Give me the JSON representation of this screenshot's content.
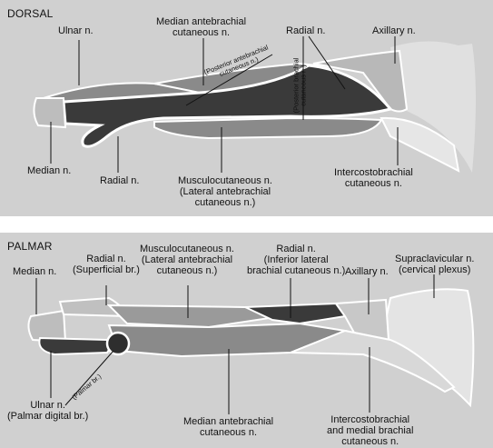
{
  "dorsal": {
    "title": "DORSAL",
    "labels": {
      "ulnar": "Ulnar n.",
      "median_ante_1": "Median antebrachial",
      "median_ante_2": "cutaneous n.",
      "radial_top": "Radial n.",
      "axillary": "Axillary n.",
      "post_ante_1": "(Posterior antebrachial",
      "post_ante_2": "cutaneous n.)",
      "post_brach_1": "(Posterior brachial",
      "post_brach_2": "cutaneous n.)",
      "median": "Median n.",
      "radial_bottom": "Radial n.",
      "musculo_1": "Musculocutaneous n.",
      "musculo_2": "(Lateral antebrachial",
      "musculo_3": "cutaneous n.)",
      "intercosto_1": "Intercostobrachial",
      "intercosto_2": "cutaneous n."
    }
  },
  "palmar": {
    "title": "PALMAR",
    "labels": {
      "median": "Median n.",
      "radial_sup_1": "Radial n.",
      "radial_sup_2": "(Superficial br.)",
      "musculo_1": "Musculocutaneous n.",
      "musculo_2": "(Lateral antebrachial",
      "musculo_3": "cutaneous n.)",
      "radial_inf_1": "Radial n.",
      "radial_inf_2": "(Inferior lateral",
      "radial_inf_3": "brachial cutaneous n.)",
      "axillary": "Axillary n.",
      "supraclav_1": "Supraclavicular n.",
      "supraclav_2": "(cervical plexus)",
      "palmar_br": "(Palmar br.)",
      "ulnar_1": "Ulnar n.",
      "ulnar_2": "(Palmar digital br.)",
      "median_ante_1": "Median antebrachial",
      "median_ante_2": "cutaneous n.",
      "intercosto_1": "Intercostobrachial",
      "intercosto_2": "and medial brachial",
      "intercosto_3": "cutaneous n."
    }
  },
  "colors": {
    "background": "#d0d0d0",
    "dark": "#3a3a3a",
    "mid": "#8a8a8a",
    "light": "#b8b8b8",
    "pale": "#e4e4e4",
    "outline": "#ffffff"
  }
}
